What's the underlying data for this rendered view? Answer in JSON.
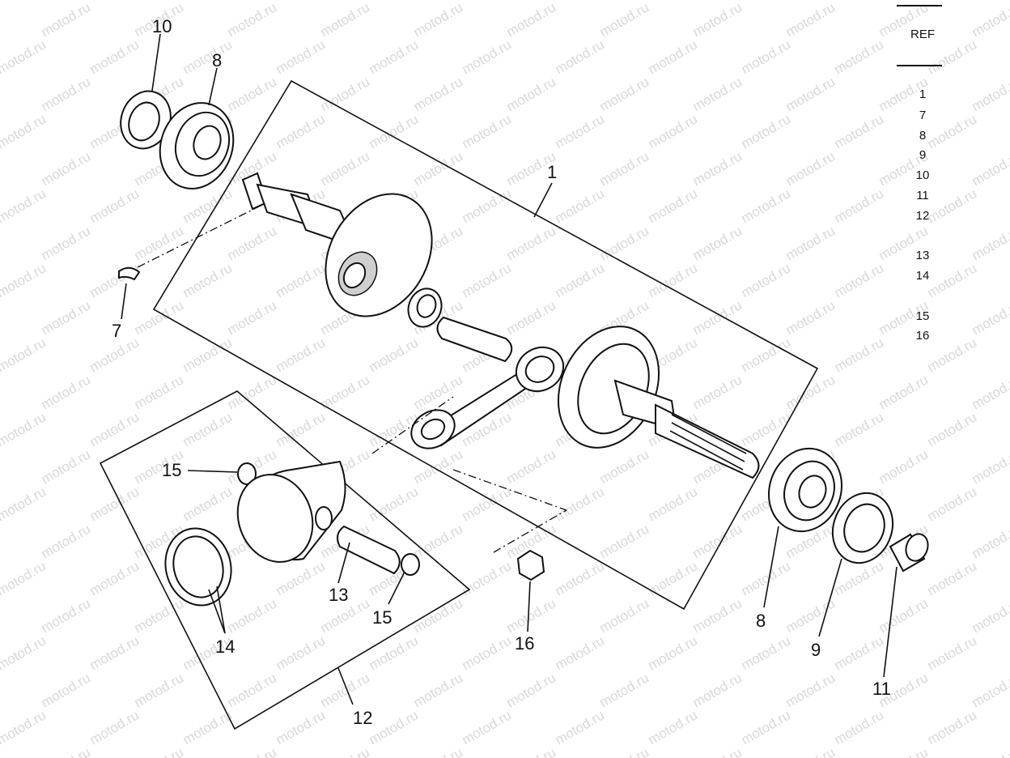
{
  "watermark": "motod.ru",
  "callouts": {
    "c1": "1",
    "c7": "7",
    "c8a": "8",
    "c8b": "8",
    "c9": "9",
    "c10": "10",
    "c11": "11",
    "c12": "12",
    "c13": "13",
    "c14": "14",
    "c15a": "15",
    "c15b": "15",
    "c16": "16"
  },
  "ref_column": {
    "header": "REF",
    "numbers": [
      "1",
      "7",
      "8",
      "9",
      "10",
      "11",
      "12",
      "13",
      "14",
      "15",
      "16"
    ]
  }
}
